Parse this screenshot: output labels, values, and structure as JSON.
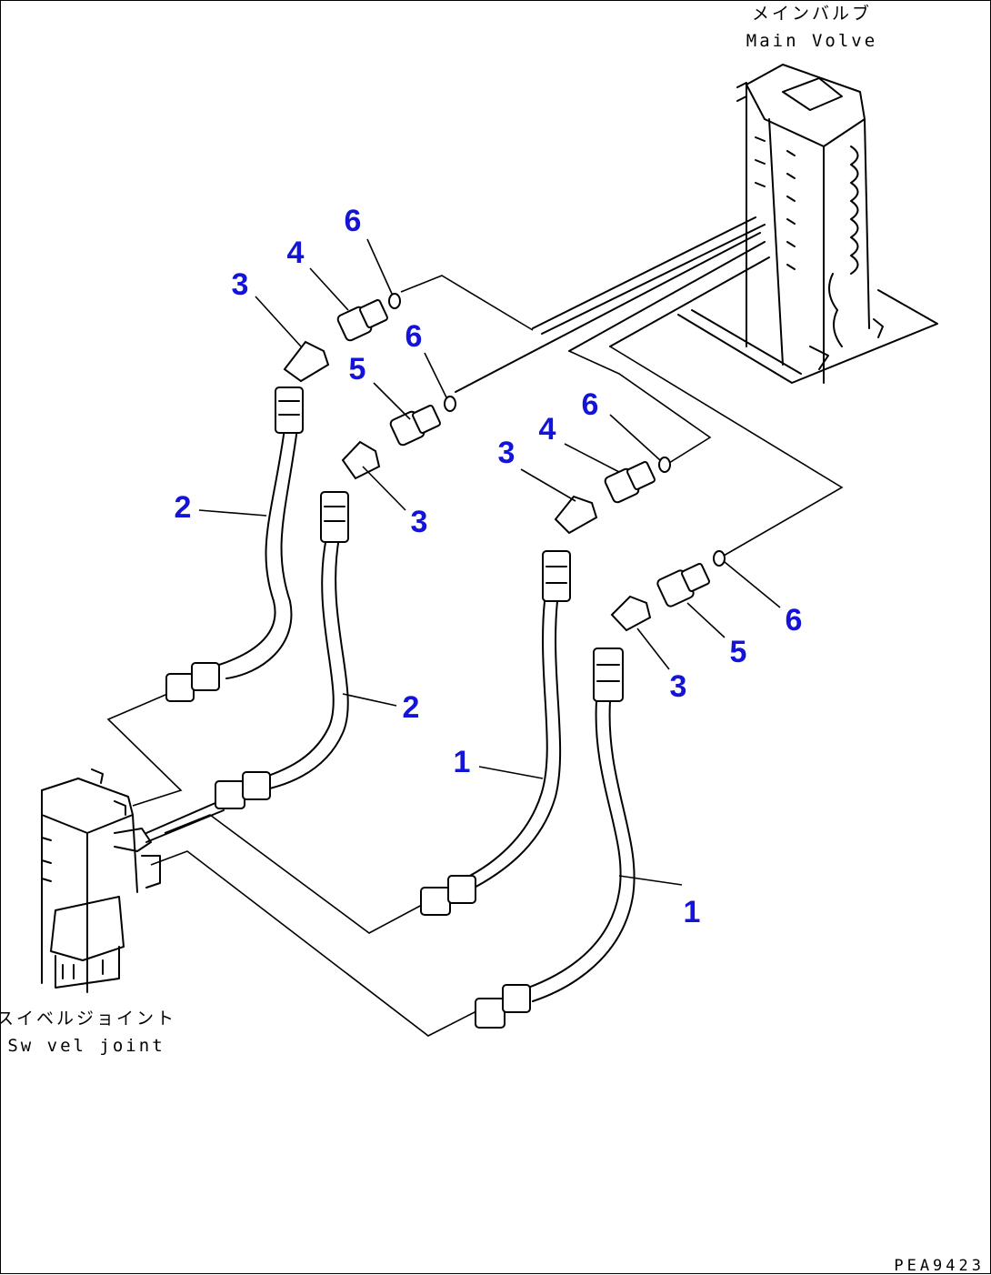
{
  "labels": {
    "main_valve_jp": "メインバルブ",
    "main_valve_en": "Main Volve",
    "swivel_joint_jp": "スイベルジョイント",
    "swivel_joint_en": "Sw vel joint",
    "drawing_code": "PEA9423"
  },
  "callouts": {
    "c1": "6",
    "c2": "4",
    "c3": "3",
    "c4": "6",
    "c5": "5",
    "c6": "6",
    "c7": "4",
    "c8": "3",
    "c9": "3",
    "c10": "2",
    "c11": "6",
    "c12": "5",
    "c13": "3",
    "c14": "2",
    "c15": "1",
    "c16": "1"
  },
  "colors": {
    "callout": "#1414d8",
    "line": "#000000"
  }
}
